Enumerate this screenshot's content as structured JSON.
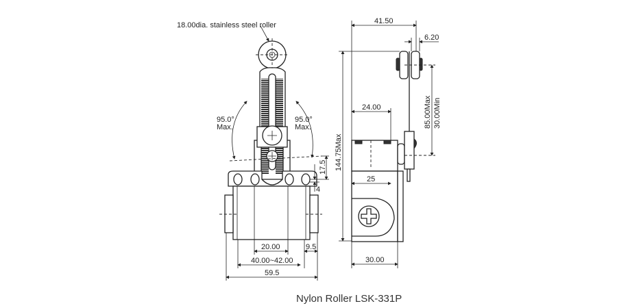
{
  "caption": "Nylon Roller LSK-331P",
  "front_view": {
    "roller_note": "18.00dia. stainless steel roller",
    "angle_left": "95.0°",
    "angle_left_sub": "Max.",
    "angle_right": "95.0°",
    "angle_right_sub": "Max.",
    "dim_17_5": "17.5",
    "dim_4": "4",
    "dim_20": "20.00",
    "dim_9_5": "9.5",
    "dim_40_42": "40.00~42.00",
    "dim_59_5": "59.5"
  },
  "side_view": {
    "dim_144_75": "144.75Max",
    "dim_41_50": "41.50",
    "dim_6_20": "6.20",
    "dim_24": "24.00",
    "dim_25": "25",
    "dim_30": "30.00",
    "dim_85": "85.00Max",
    "dim_30min": "30.00Min"
  }
}
